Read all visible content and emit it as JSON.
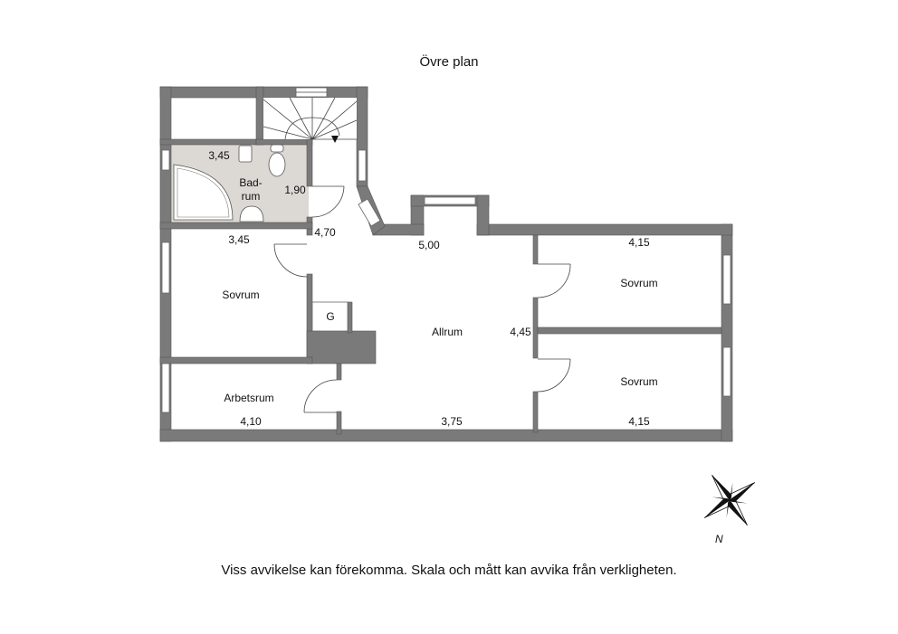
{
  "header": {
    "title": "Övre plan"
  },
  "footer": {
    "disclaimer": "Viss avvikelse kan förekomma. Skala och mått kan avvika från verkligheten."
  },
  "compass": {
    "label": "N",
    "icon": "compass-rose-icon"
  },
  "rooms": {
    "badrum": {
      "name": "Bad-\nrum",
      "line1": "Bad-",
      "line2": "rum",
      "dim_width": "3,45",
      "dim_depth": "1,90",
      "fill": "#dcd8d4"
    },
    "hall_dim": "4,70",
    "sovrum_left": {
      "name": "Sovrum",
      "dim": "3,45"
    },
    "arbetsrum": {
      "name": "Arbetsrum",
      "dim": "4,10"
    },
    "allrum": {
      "name": "Allrum",
      "dim_top": "5,00",
      "dim_bottom": "3,75",
      "dim_side": "4,45"
    },
    "sovrum_right_top": {
      "name": "Sovrum",
      "dim": "4,15"
    },
    "sovrum_right_bottom": {
      "name": "Sovrum",
      "dim": "4,15"
    },
    "storage": {
      "name": "G"
    }
  },
  "colors": {
    "wall": "#7a7a7a",
    "bathroom": "#dcd8d4",
    "background": "#ffffff"
  }
}
